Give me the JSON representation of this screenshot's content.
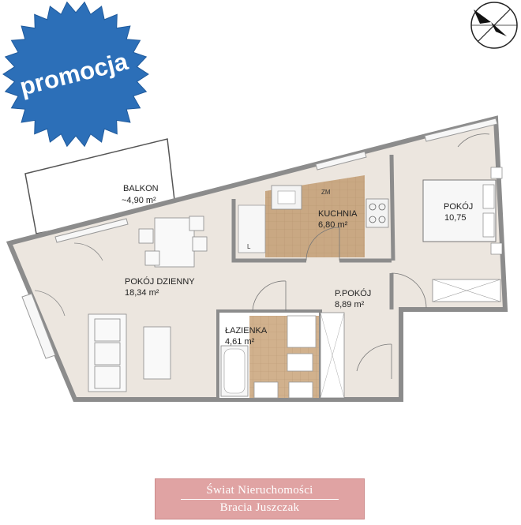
{
  "badge": {
    "text": "promocja",
    "color": "#2c6fb8"
  },
  "rooms": [
    {
      "id": "balkon",
      "name": "BALKON",
      "area": "~4,90 m²"
    },
    {
      "id": "kuchnia",
      "name": "KUCHNIA",
      "area": "6,80 m²"
    },
    {
      "id": "pokoj",
      "name": "POKÓJ",
      "area": "10,75"
    },
    {
      "id": "pokoj-dzienny",
      "name": "POKÓJ DZIENNY",
      "area": "18,34 m²"
    },
    {
      "id": "p-pokoj",
      "name": "P.POKÓJ",
      "area": "8,89 m²"
    },
    {
      "id": "lazienka",
      "name": "ŁAZIENKA",
      "area": "4,61 m²"
    }
  ],
  "labels": {
    "zm": "ZM",
    "l": "L"
  },
  "brand": {
    "line1": "Świat Nieruchomości",
    "line2": "Bracia Juszczak"
  },
  "colors": {
    "floor": "#ece6df",
    "tile": "#c9a883",
    "wall": "#8c8c8c",
    "brand_bg": "#e0a3a3"
  }
}
